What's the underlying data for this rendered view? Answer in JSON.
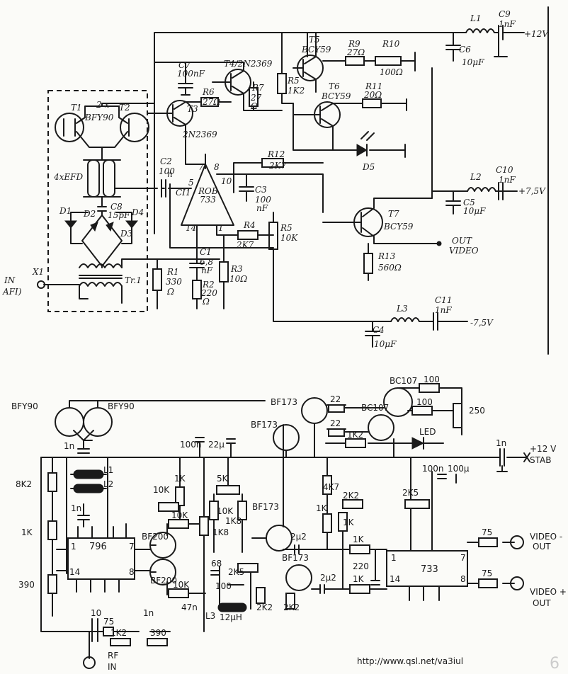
{
  "top": {
    "transistors": {
      "t1": "T1",
      "t2": "T2",
      "t1t2_count": "2 x",
      "t1t2_type": "BFY90",
      "t3": "T3",
      "t3_type": "2N2369",
      "t4": "T4/2N2369",
      "t5": "T5",
      "t5_type": "BCY59",
      "t6": "T6",
      "t6_type": "BCY59",
      "t7": "T7",
      "t7_type": "BCY59"
    },
    "resistors": {
      "r1": "R1",
      "r1_val": "330",
      "r1_unit": "Ω",
      "r2": "R2",
      "r2_val": "220",
      "r2_unit": "Ω",
      "r3": "R3",
      "r3_val": "10Ω",
      "r4": "R4",
      "r4_val": "2K7",
      "r5": "R5",
      "r5_val": "10K",
      "r5b": "R5",
      "r5b_val": "1K2",
      "r6": "R6",
      "r6_val": "27Ω",
      "r7": "R7",
      "r7_val": "27",
      "r7_unit": "Ω",
      "r9": "R9",
      "r9_val": "27Ω",
      "r10": "R10",
      "r10_val": "100Ω",
      "r11": "R11",
      "r11_val": "20Ω",
      "r12": "R12",
      "r12_val": "2K7",
      "r13": "R13",
      "r13_val": "560Ω"
    },
    "capacitors": {
      "c1": "C1",
      "c1_val": "6,8",
      "c1_unit": "nF",
      "c2": "C2",
      "c2_val": "100",
      "c2_unit": "n",
      "c3": "C3",
      "c3_val": "100",
      "c3_unit": "nF",
      "c4": "C4",
      "c4_val": "10μF",
      "c5": "C5",
      "c5_val": "10μF",
      "c6": "C6",
      "c6_val": "10μF",
      "c7": "C7",
      "c7_val": "100nF",
      "c8": "C8",
      "c8_val": "15pF",
      "c9": "C9",
      "c9_val": "1nF",
      "c10": "C10",
      "c10_val": "1nF",
      "c11": "C11",
      "c11_val": "1nF"
    },
    "inductors": {
      "l1": "L1",
      "l2": "L2",
      "l3": "L3"
    },
    "diodes": {
      "d1": "D1",
      "d2": "D2",
      "d3": "D3",
      "d4": "D4",
      "d5": "D5",
      "efd": "4xEFD"
    },
    "ic": {
      "ref": "CI1",
      "part1": "ROB",
      "part2": "733",
      "pin5": "5",
      "pin7": "7",
      "pin8": "8",
      "pin10": "10",
      "pin14": "14",
      "pin1": "1"
    },
    "transformer": "Tr.1",
    "connector": {
      "ref": "X1",
      "in1": "IN",
      "in2": "AFI)"
    },
    "rails": {
      "plus12": "+12V",
      "plus7v5": "+7,5V",
      "minus7v5": "-7,5V"
    },
    "out": {
      "l1": "OUT",
      "l2": "VIDEO"
    }
  },
  "bottom": {
    "transistors": {
      "q1": "BFY90",
      "q2": "BFY90",
      "q3": "BF200",
      "q4": "BF200",
      "q5": "BF173",
      "q6": "BF173",
      "q7": "BF173",
      "q8": "BF173",
      "q9": "BC107",
      "q10": "BC107"
    },
    "ics": {
      "u1": "796",
      "u1_p1": "1",
      "u1_p7": "7",
      "u1_p14": "14",
      "u1_p8": "8",
      "u2": "733",
      "u2_p1": "1",
      "u2_p7": "7",
      "u2_p14": "14",
      "u2_p8": "8"
    },
    "resistors": {
      "r8k2": "8K2",
      "r1k_l": "1K",
      "r390_l": "390",
      "r1k_a": "1K",
      "r10k_pot": "10K",
      "r10k_b": "10K",
      "r10k_c": "10K",
      "r5k": "5K",
      "r10k_d": "10K",
      "r1k8_a": "1K8",
      "r1k8_b": "1K8",
      "r2k5": "2K5",
      "r2k2_a": "2K2",
      "r2k2_b": "2K2",
      "r22_a": "22",
      "r22_b": "22",
      "r100_top": "100",
      "r100_mid": "100",
      "r250": "250",
      "r1k2": "1K2",
      "r4k7": "4K7",
      "r1k_m": "1K",
      "r2k2_c": "2K2",
      "r1k_n": "1K",
      "r1k_o": "1K",
      "r1k_p": "1K",
      "r2k5_b": "2K5",
      "r75_a": "75",
      "r75_b": "75",
      "r75_in": "75",
      "r1k2_in": "1K2",
      "r390_in": "390"
    },
    "capacitors": {
      "c1n_a": "1n",
      "c1n_b": "1n",
      "c100n": "100n",
      "c22u": "22μ",
      "c68": "68",
      "c100": "100",
      "c47n": "47n",
      "c2u2_a": "2μ2",
      "c2u2_b": "2μ2",
      "c220": "220",
      "c100n_b": "100n",
      "c100u": "100μ",
      "c1n_c": "1n",
      "c10": "10",
      "c1n_d": "1n"
    },
    "inductors": {
      "l1": "L1",
      "l2": "L2",
      "l3": "L3",
      "l3_val": "12μH"
    },
    "led": "LED",
    "supply": {
      "v": "+12 V",
      "stab": "STAB"
    },
    "video_minus": {
      "l1": "VIDEO -",
      "l2": "OUT"
    },
    "video_plus": {
      "l1": "VIDEO +",
      "l2": "OUT"
    },
    "rf_in": {
      "l1": "RF",
      "l2": "IN"
    }
  },
  "footer": {
    "url": "http://www.qsl.net/va3iul",
    "page_mark": "6"
  }
}
